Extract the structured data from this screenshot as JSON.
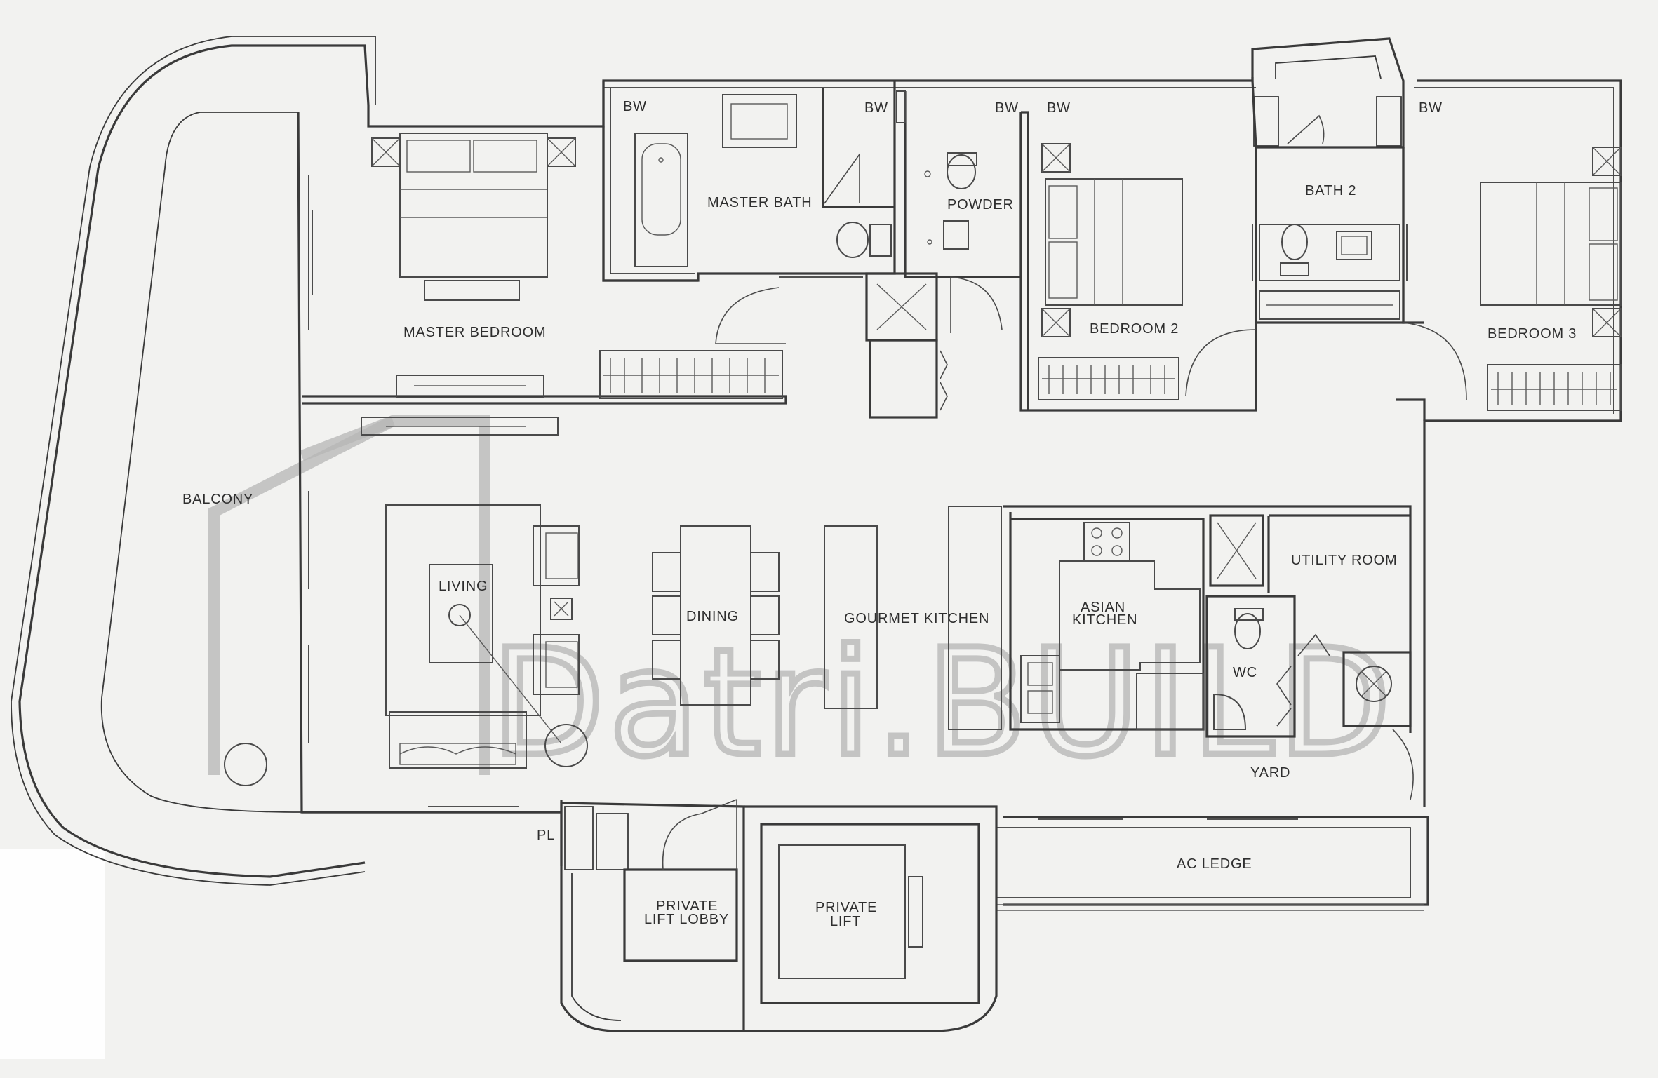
{
  "watermark": "Datri.BUILD",
  "labels": {
    "bw": "BW",
    "master_bath": "MASTER BATH",
    "powder": "POWDER",
    "bath_2": "BATH 2",
    "master_bedroom": "MASTER BEDROOM",
    "bedroom_2": "BEDROOM 2",
    "bedroom_3": "BEDROOM 3",
    "balcony": "BALCONY",
    "living": "LIVING",
    "dining": "DINING",
    "gourmet_kitchen": "GOURMET KITCHEN",
    "asian_kitchen_1": "ASIAN",
    "asian_kitchen_2": "KITCHEN",
    "utility_room": "UTILITY ROOM",
    "wc": "WC",
    "yard": "YARD",
    "ac_ledge": "AC LEDGE",
    "pl": "PL",
    "private_lift_lobby_1": "PRIVATE",
    "private_lift_lobby_2": "LIFT LOBBY",
    "private_lift_1": "PRIVATE",
    "private_lift_2": "LIFT"
  }
}
